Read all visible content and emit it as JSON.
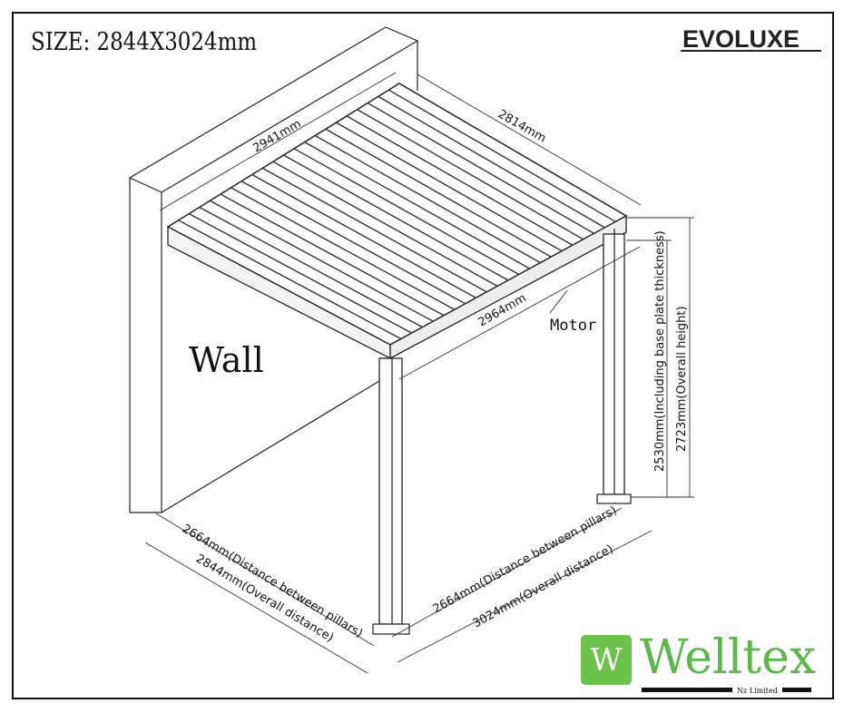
{
  "header": {
    "size_label": "SIZE: 2844X3024mm",
    "model_name": "EVOLUXE"
  },
  "diagram": {
    "wall_label": "Wall",
    "motor_label": "Motor",
    "dimensions": {
      "roof_left": "2941mm",
      "roof_right": "2814mm",
      "front_beam": "2964mm",
      "height_inner": "2530mm(Including base plate thickness)",
      "height_overall": "2723mm(Overall height)",
      "left_pillars": "2664mm(Distance between pillars)",
      "left_overall": "2844mm(Overall distance)",
      "front_pillars": "2664mm(Distance between pillars)",
      "front_overall": "3024mm(Overall distance)"
    }
  },
  "logo": {
    "mark": "W",
    "brand": "Welltex",
    "subtitle": "Nz Limited",
    "brand_color": "#5cb84a"
  }
}
